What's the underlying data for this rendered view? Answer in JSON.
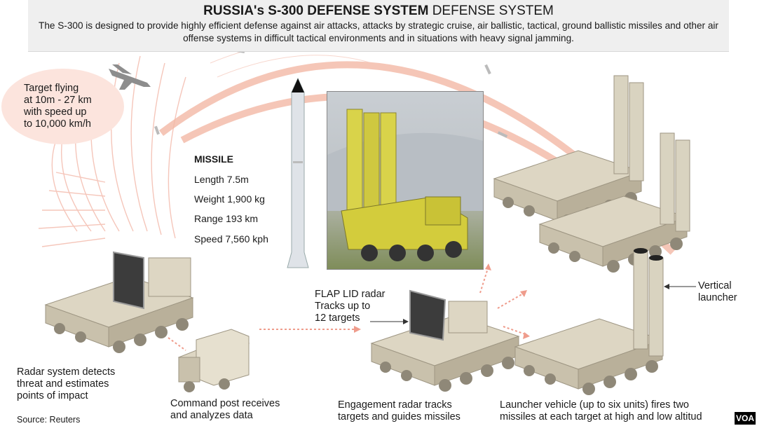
{
  "header": {
    "title_bold": "RUSSIA's S-300 DEFENSE SYSTEM",
    "title_rest": "DEFENSE SYSTEM",
    "description": "The S-300 is designed to provide highly efficient defense against air attacks, attacks by strategic cruise, air ballistic, tactical, ground ballistic missiles and other air offense systems in difficult tactical environments and in situations with heavy signal jamming."
  },
  "target": {
    "line1": "Target flying",
    "line2": "at 10m - 27 km",
    "line3": "with speed up",
    "line4": "to 10,000 km/h"
  },
  "missile": {
    "heading": "MISSILE",
    "length": "Length 7.5m",
    "weight": "Weight 1,900 kg",
    "range": "Range 193 km",
    "speed": "Speed  7,560 kph"
  },
  "flap_lid": {
    "line1": "FLAP LID radar",
    "line2": "Tracks up to",
    "line3": "12 targets"
  },
  "vertical_launcher": {
    "line1": "Vertical",
    "line2": "launcher"
  },
  "captions": {
    "radar_line1": "Radar system detects",
    "radar_line2": "threat and estimates",
    "radar_line3": "points of impact",
    "command_line1": "Command post receives",
    "command_line2": "and analyzes data",
    "engagement_line1": "Engagement radar tracks",
    "engagement_line2": "targets and guides missiles",
    "launcher_line1": "Launcher vehicle (up to six units) fires two",
    "launcher_line2": "missiles at each target at high and low altitud"
  },
  "source": "Source: Reuters",
  "logo": "VOA",
  "colors": {
    "vehicle": "#ddd6c3",
    "vehicle_dark": "#b9b09a",
    "trajectory": "#f3b9a6",
    "radar_waves": "#f2b3a4",
    "header_bg": "#efefef"
  }
}
